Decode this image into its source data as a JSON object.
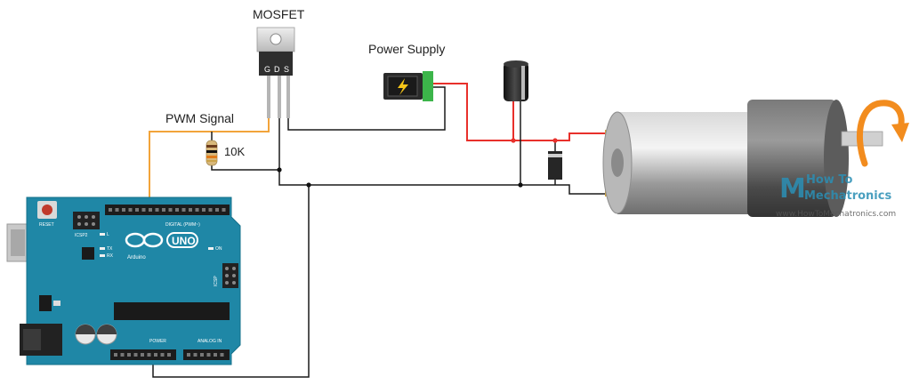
{
  "labels": {
    "mosfet": "MOSFET",
    "power_supply": "Power Supply",
    "pwm_signal": "PWM Signal",
    "resistor": "10K"
  },
  "mosfet": {
    "pins": [
      "G",
      "D",
      "S"
    ]
  },
  "arduino": {
    "logo_text": "UNO",
    "brand": "Arduino",
    "reset_label": "RESET",
    "icsp_label": "ICSP2",
    "icsp1_label": "ICSP",
    "digital_label": "DIGITAL (PWM~)",
    "power_label": "POWER",
    "analog_label": "ANALOG IN",
    "led_labels": [
      "L",
      "TX",
      "RX",
      "ON"
    ]
  },
  "watermark": {
    "logo_letter": "M",
    "name_line1": "How To",
    "name_line2": "Mechatronics",
    "url": "www.HowToMechatronics.com"
  },
  "colors": {
    "board": "#1f87a6",
    "board_dark": "#16708b",
    "pwm_wire": "#f2a43a",
    "power_wire": "#e8302b",
    "ground_wire": "#1a1a1a",
    "arrow": "#f28c1e"
  }
}
